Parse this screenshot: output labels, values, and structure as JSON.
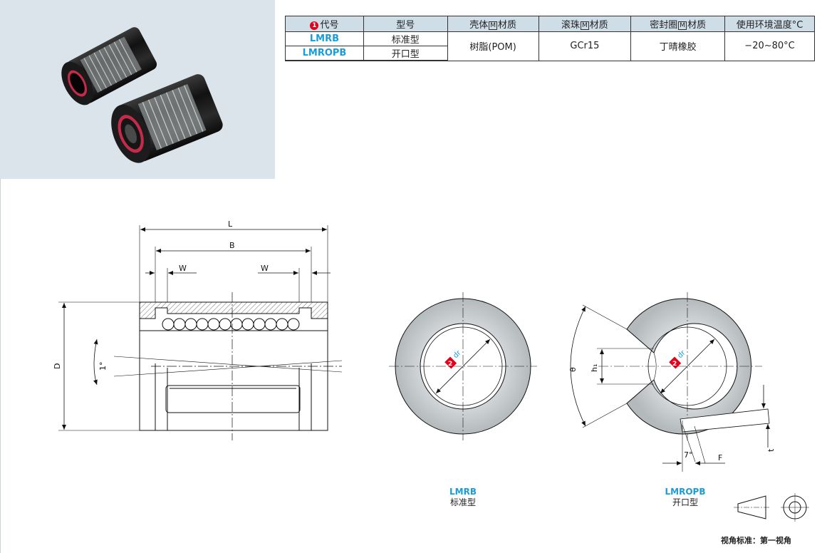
{
  "spec_table": {
    "headers": {
      "code": "代号",
      "code_badge": "1",
      "model": "型号",
      "shell_material": "壳体",
      "ball_material": "滚珠",
      "seal_material": "密封圈",
      "material_suffix": "材质",
      "material_mark": "M",
      "temperature": "使用环境温度°C"
    },
    "rows": [
      {
        "code": "LMRB",
        "type": "标准型"
      },
      {
        "code": "LMROPB",
        "type": "开口型"
      }
    ],
    "shell": "树脂(POM)",
    "ball": "GCr15",
    "seal": "丁晴橡胶",
    "temp": "−20~80°C"
  },
  "drawing": {
    "labels": {
      "L": "L",
      "B": "B",
      "W1": "W",
      "W2": "W",
      "D": "D",
      "angle": "1°",
      "theta": "θ",
      "h1": "h₁",
      "F": "F",
      "seven_deg": "7°",
      "t": "t",
      "dr1": "dr",
      "dr2": "dr",
      "badge1": "2",
      "badge2": "2"
    },
    "captions": [
      {
        "code": "LMRB",
        "type": "标准型"
      },
      {
        "code": "LMROPB",
        "type": "开口型"
      }
    ],
    "view_standard": "视角标准：第一视角"
  },
  "colors": {
    "photo_bg": "#dbe4ea",
    "header_bg": "#cfdde7",
    "code_blue": "#1a9cd8",
    "badge_red": "#e2001a"
  }
}
